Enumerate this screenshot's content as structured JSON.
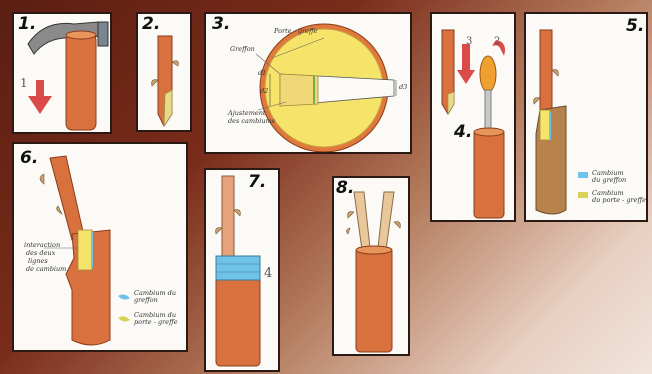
{
  "panels": {
    "p1": {
      "number": "1.",
      "arrow_mark": "1"
    },
    "p2": {
      "number": "2."
    },
    "p3": {
      "number": "3.",
      "label_rootstock": "Porte - greffe",
      "label_scion": "Greffon",
      "label_cambium_line1": "Ajustement",
      "label_cambium_line2": "des cambiums",
      "mark_d1": "d1",
      "mark_d2": "d2",
      "mark_d3": "d3"
    },
    "p4": {
      "number": "4.",
      "step_3": "3",
      "step_2": "2"
    },
    "p5": {
      "number": "5.",
      "legend_scion_line1": "Cambium",
      "legend_scion_line2": "du greffon",
      "legend_rootstock_line1": "Cambium",
      "legend_rootstock_line2": "du porte - greffe"
    },
    "p6": {
      "number": "6.",
      "label_interaction_line1": "interaction",
      "label_interaction_line2": "des deux",
      "label_interaction_line3": "lignes",
      "label_interaction_line4": "de cambium",
      "legend_scion_line1": "Cambium du",
      "legend_scion_line2": "greffon",
      "legend_rootstock_line1": "Cambium du",
      "legend_rootstock_line2": "porte - greffe"
    },
    "p7": {
      "number": "7.",
      "mark_4": "4"
    },
    "p8": {
      "number": "8."
    }
  },
  "colors": {
    "background_dark": "#5a1e12",
    "background_light": "#f2e4dc",
    "bark": "#d9713f",
    "scion_wood": "#e6a27a",
    "cambium_scion": "#6fc3e8",
    "cambium_rootstock": "#d8d25a",
    "arrow_red": "#d94a48",
    "panel": "#fbfaf6"
  }
}
